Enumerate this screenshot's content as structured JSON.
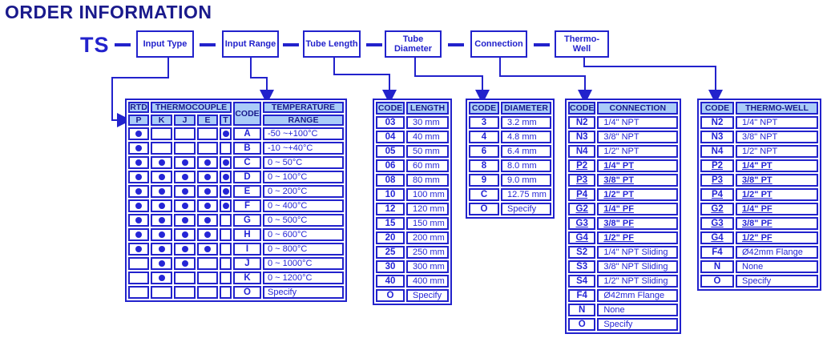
{
  "title": "ORDER INFORMATION",
  "model_prefix": "TS",
  "colors": {
    "title_navy": "#1a1a8c",
    "line_blue": "#2222cc",
    "data_blue": "#2525d6",
    "header_bg": "#aaccf8"
  },
  "flow_boxes": [
    {
      "label": "Input Type"
    },
    {
      "label": "Input Range"
    },
    {
      "label": "Tube Length"
    },
    {
      "label": "Tube Diameter"
    },
    {
      "label": "Connection"
    },
    {
      "label": "Thermo-Well"
    }
  ],
  "input_table": {
    "rtd_header": "RTD",
    "thermocouple_header": "THERMOCOUPLE",
    "code_header": "CODE",
    "temp_header_line1": "TEMPERATURE",
    "temp_header_line2": "RANGE",
    "sensor_types": [
      "P",
      "K",
      "J",
      "E",
      "T"
    ],
    "rows": [
      {
        "dots": [
          1,
          0,
          0,
          0,
          1
        ],
        "code": "A",
        "value": "-50 ~+100°C"
      },
      {
        "dots": [
          1,
          0,
          0,
          0,
          0
        ],
        "code": "B",
        "value": "-10 ~+40°C"
      },
      {
        "dots": [
          1,
          1,
          1,
          1,
          1
        ],
        "code": "C",
        "value": "0 ~ 50°C"
      },
      {
        "dots": [
          1,
          1,
          1,
          1,
          1
        ],
        "code": "D",
        "value": "0 ~ 100°C"
      },
      {
        "dots": [
          1,
          1,
          1,
          1,
          1
        ],
        "code": "E",
        "value": "0 ~ 200°C"
      },
      {
        "dots": [
          1,
          1,
          1,
          1,
          1
        ],
        "code": "F",
        "value": "0 ~ 400°C"
      },
      {
        "dots": [
          1,
          1,
          1,
          1,
          0
        ],
        "code": "G",
        "value": "0 ~ 500°C"
      },
      {
        "dots": [
          1,
          1,
          1,
          1,
          0
        ],
        "code": "H",
        "value": "0 ~ 600°C"
      },
      {
        "dots": [
          1,
          1,
          1,
          1,
          0
        ],
        "code": "I",
        "value": "0 ~ 800°C"
      },
      {
        "dots": [
          0,
          1,
          1,
          0,
          0
        ],
        "code": "J",
        "value": "0 ~ 1000°C"
      },
      {
        "dots": [
          0,
          1,
          0,
          0,
          0
        ],
        "code": "K",
        "value": "0 ~ 1200°C"
      },
      {
        "dots": [
          0,
          0,
          0,
          0,
          0
        ],
        "code": "O",
        "value": "Specify"
      }
    ]
  },
  "length_table": {
    "code_header": "CODE",
    "value_header": "LENGTH",
    "rows": [
      {
        "code": "03",
        "value": "30 mm"
      },
      {
        "code": "04",
        "value": "40 mm"
      },
      {
        "code": "05",
        "value": "50 mm"
      },
      {
        "code": "06",
        "value": "60 mm"
      },
      {
        "code": "08",
        "value": "80 mm"
      },
      {
        "code": "10",
        "value": "100 mm"
      },
      {
        "code": "12",
        "value": "120 mm"
      },
      {
        "code": "15",
        "value": "150 mm"
      },
      {
        "code": "20",
        "value": "200 mm"
      },
      {
        "code": "25",
        "value": "250 mm"
      },
      {
        "code": "30",
        "value": "300 mm"
      },
      {
        "code": "40",
        "value": "400 mm"
      },
      {
        "code": "O",
        "value": "Specify"
      }
    ]
  },
  "diameter_table": {
    "code_header": "CODE",
    "value_header": "DIAMETER",
    "rows": [
      {
        "code": "3",
        "value": "3.2 mm"
      },
      {
        "code": "4",
        "value": "4.8 mm"
      },
      {
        "code": "6",
        "value": "6.4 mm"
      },
      {
        "code": "8",
        "value": "8.0 mm"
      },
      {
        "code": "9",
        "value": "9.0 mm"
      },
      {
        "code": "C",
        "value": "12.75 mm"
      },
      {
        "code": "O",
        "value": "Specify"
      }
    ]
  },
  "connection_table": {
    "code_header": "CODE",
    "value_header": "CONNECTION",
    "rows": [
      {
        "code": "N2",
        "value": "1/4\" NPT"
      },
      {
        "code": "N3",
        "value": "3/8\" NPT"
      },
      {
        "code": "N4",
        "value": "1/2\" NPT"
      },
      {
        "code": "P2",
        "value": "1/4\" PT",
        "u": 1
      },
      {
        "code": "P3",
        "value": "3/8\" PT",
        "u": 1
      },
      {
        "code": "P4",
        "value": "1/2\" PT",
        "u": 1
      },
      {
        "code": "G2",
        "value": "1/4\" PF",
        "u": 1
      },
      {
        "code": "G3",
        "value": "3/8\" PF",
        "u": 1
      },
      {
        "code": "G4",
        "value": "1/2\" PF",
        "u": 1
      },
      {
        "code": "S2",
        "value": "1/4\" NPT Sliding"
      },
      {
        "code": "S3",
        "value": "3/8\" NPT Sliding"
      },
      {
        "code": "S4",
        "value": "1/2\" NPT Sliding"
      },
      {
        "code": "F4",
        "value": "Ø42mm Flange"
      },
      {
        "code": "N",
        "value": "None"
      },
      {
        "code": "O",
        "value": "Specify"
      }
    ]
  },
  "thermowell_table": {
    "code_header": "CODE",
    "value_header": "THERMO-WELL",
    "rows": [
      {
        "code": "N2",
        "value": "1/4\" NPT"
      },
      {
        "code": "N3",
        "value": "3/8\" NPT"
      },
      {
        "code": "N4",
        "value": "1/2\" NPT"
      },
      {
        "code": "P2",
        "value": "1/4\" PT",
        "u": 1
      },
      {
        "code": "P3",
        "value": "3/8\" PT",
        "u": 1
      },
      {
        "code": "P4",
        "value": "1/2\" PT",
        "u": 1
      },
      {
        "code": "G2",
        "value": "1/4\" PF",
        "u": 1
      },
      {
        "code": "G3",
        "value": "3/8\" PF",
        "u": 1
      },
      {
        "code": "G4",
        "value": "1/2\" PF",
        "u": 1
      },
      {
        "code": "F4",
        "value": "Ø42mm Flange"
      },
      {
        "code": "N",
        "value": "None"
      },
      {
        "code": "O",
        "value": "Specify"
      }
    ]
  }
}
